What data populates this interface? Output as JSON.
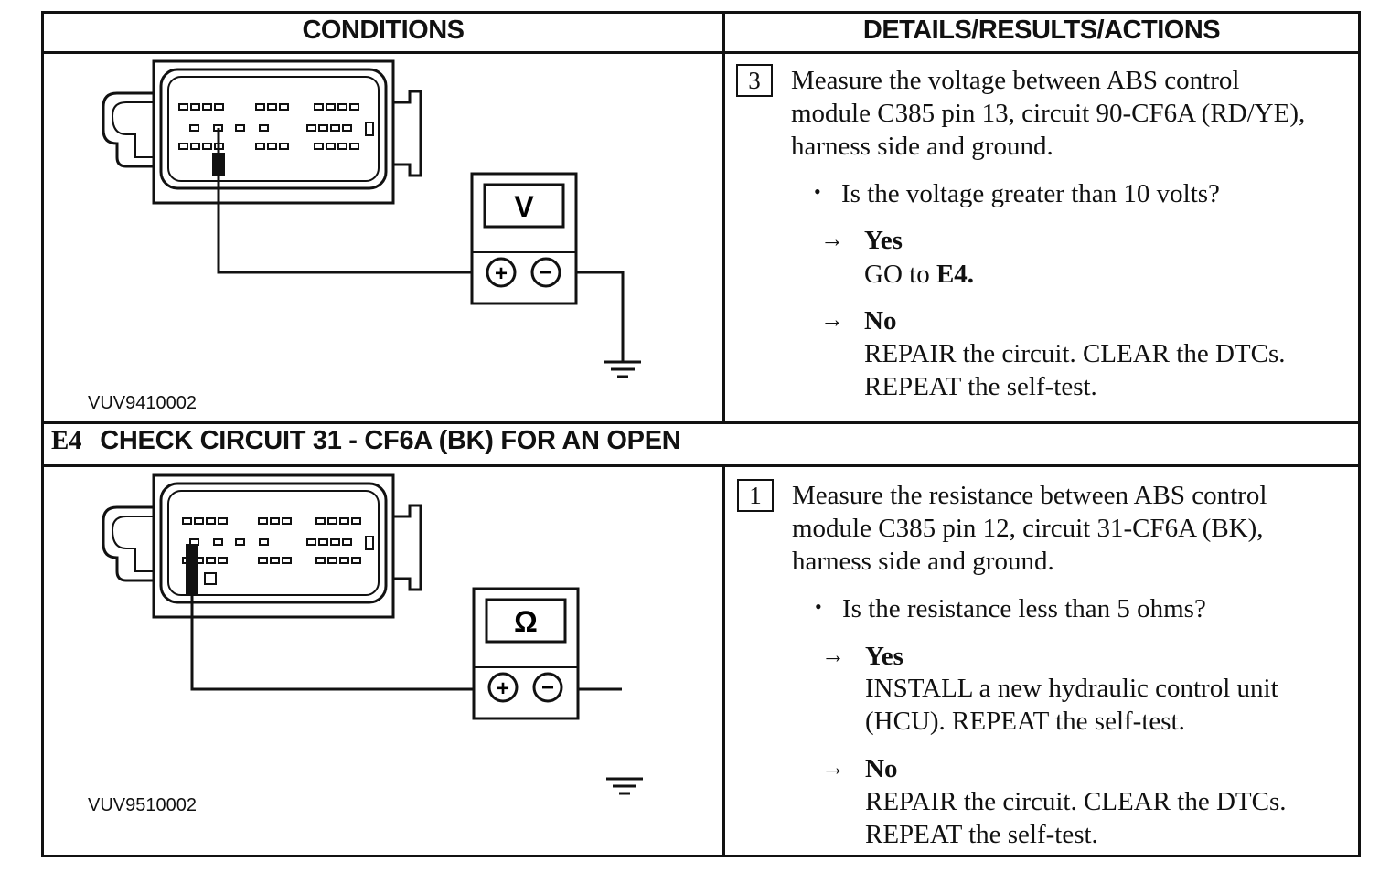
{
  "table": {
    "header_conditions": "CONDITIONS",
    "header_details": "DETAILS/RESULTS/ACTIONS"
  },
  "step3": {
    "number": "3",
    "instruction": [
      "Measure the voltage between ABS control",
      "module C385 pin 13, circuit 90-CF6A (RD/YE),",
      "harness side and ground."
    ],
    "question": "Is the voltage greater than 10 volts?",
    "yes_label": "Yes",
    "yes_action_prefix": "GO to ",
    "yes_action_target": "E4.",
    "no_label": "No",
    "no_action": [
      "REPAIR the circuit. CLEAR the DTCs.",
      "REPEAT the self-test."
    ],
    "figure_id": "VUV9410002",
    "meter_symbol": "V"
  },
  "section_e4": {
    "code": "E4",
    "title": "CHECK CIRCUIT 31 - CF6A (BK) FOR AN OPEN"
  },
  "step1": {
    "number": "1",
    "instruction": [
      "Measure the resistance between ABS control",
      "module C385 pin 12, circuit 31-CF6A (BK),",
      "harness side and ground."
    ],
    "question": "Is the resistance less than 5 ohms?",
    "yes_label": "Yes",
    "yes_action": [
      "INSTALL a new hydraulic control unit",
      "(HCU). REPEAT the self-test."
    ],
    "no_label": "No",
    "no_action": [
      "REPAIR the circuit. CLEAR the DTCs.",
      "REPEAT the self-test."
    ],
    "figure_id": "VUV9510002",
    "meter_symbol": "Ω"
  },
  "symbols": {
    "bullet": "•",
    "arrow": "→",
    "plus": "+",
    "minus": "−"
  },
  "icons": [
    "connector-icon",
    "multimeter-icon",
    "ground-icon"
  ]
}
